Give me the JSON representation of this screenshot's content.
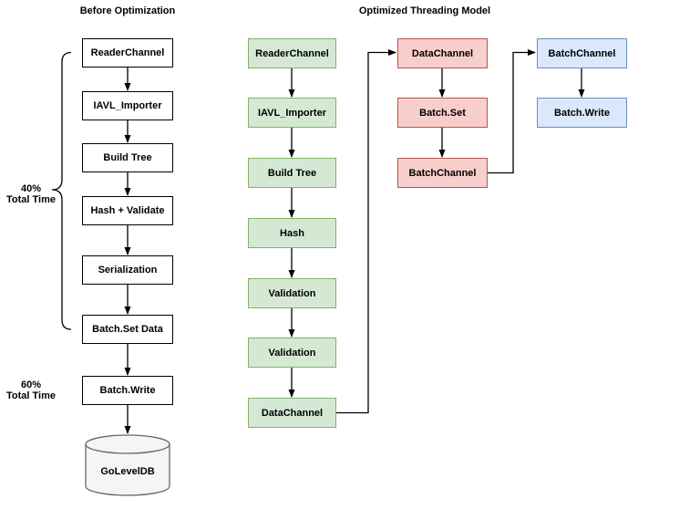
{
  "titles": {
    "before": "Before Optimization",
    "optimized": "Optimized Threading Model"
  },
  "before_column": {
    "nodes": [
      "ReaderChannel",
      "IAVL_Importer",
      "Build Tree",
      "Hash + Validate",
      "Serialization",
      "Batch.Set Data",
      "Batch.Write"
    ],
    "database_label": "GoLevelDB"
  },
  "annotations": {
    "phase1": {
      "percent": "40%",
      "caption": "Total Time"
    },
    "phase2": {
      "percent": "60%",
      "caption": "Total Time"
    }
  },
  "pipeline_column": {
    "nodes": [
      "ReaderChannel",
      "IAVL_Importer",
      "Build Tree",
      "Hash",
      "Validation",
      "Validation",
      "DataChannel"
    ]
  },
  "batch_column": {
    "nodes": [
      "DataChannel",
      "Batch.Set",
      "BatchChannel"
    ]
  },
  "write_column": {
    "nodes": [
      "BatchChannel",
      "Batch.Write"
    ]
  },
  "colors": {
    "node_white_fill": "#ffffff",
    "node_white_stroke": "#000000",
    "node_green_fill": "#d5e8d4",
    "node_green_stroke": "#82b366",
    "node_red_fill": "#f8cecc",
    "node_red_stroke": "#b85450",
    "node_blue_fill": "#dae8fc",
    "node_blue_stroke": "#6c8ebf",
    "database_fill": "#f5f5f5",
    "database_stroke": "#666666",
    "arrow_stroke": "#000000"
  }
}
